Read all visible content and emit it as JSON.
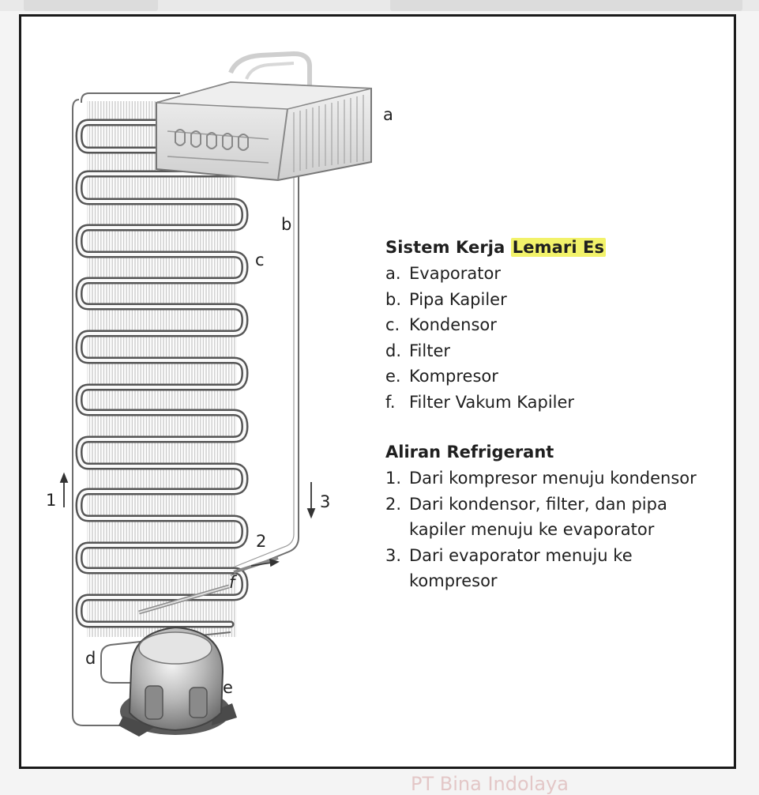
{
  "diagram": {
    "component_labels": {
      "a": "a",
      "b": "b",
      "c": "c",
      "d": "d",
      "e": "e",
      "f": "f"
    },
    "flow_labels": {
      "one": "1",
      "two": "2",
      "three": "3"
    }
  },
  "legend": {
    "title_prefix": "Sistem Kerja ",
    "title_highlight": "Lemari Es",
    "highlight_color": "#f2f26a",
    "items": [
      {
        "key": "a.",
        "label": "Evaporator"
      },
      {
        "key": "b.",
        "label": "Pipa Kapiler"
      },
      {
        "key": "c.",
        "label": "Kondensor"
      },
      {
        "key": "d.",
        "label": "Filter"
      },
      {
        "key": "e.",
        "label": "Kompresor"
      },
      {
        "key": "f.",
        "label": "Filter Vakum Kapiler"
      }
    ]
  },
  "flow": {
    "title": "Aliran Refrigerant",
    "steps": [
      {
        "num": "1.",
        "text": "Dari kompresor menuju kondensor"
      },
      {
        "num": "2.",
        "text": "Dari kondensor, filter, dan pipa kapiler menuju ke evaporator"
      },
      {
        "num": "3.",
        "text": "Dari evaporator menuju ke kompresor"
      }
    ]
  },
  "watermark": "PT Bina Indolaya"
}
